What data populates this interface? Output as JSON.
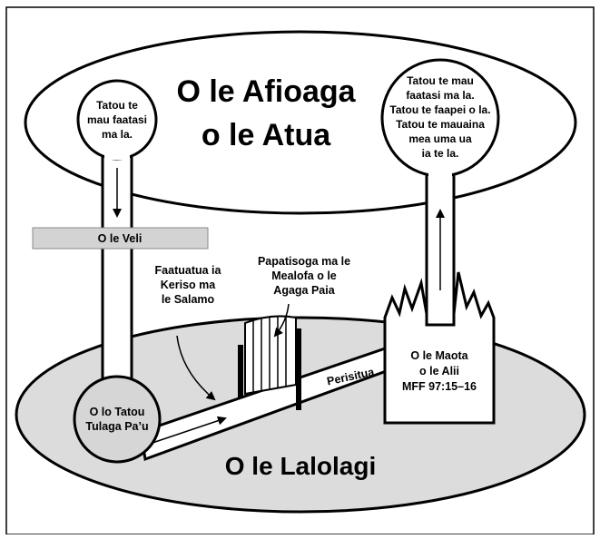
{
  "heaven_title_line1": "O le Afioaga",
  "heaven_title_line2": "o le Atua",
  "earth_title": "O le Lalolagi",
  "left_bubble": [
    "Tatou te",
    "mau faatasi",
    "ma la."
  ],
  "right_bubble": [
    "Tatou te mau",
    "faatasi ma la.",
    "Tatou te faapei o la.",
    "Tatou te mauaina",
    "mea uma ua",
    "ia te la."
  ],
  "veil_label": "O le Veli",
  "faith_label": [
    "Faatuatua ia",
    "Keriso ma",
    "le Salamo"
  ],
  "baptism_label": [
    "Papatisoga ma le",
    "Mealofa o le",
    "Agaga Paia"
  ],
  "premortal_label": [
    "O lo Tatou",
    "Tulaga Pa’u"
  ],
  "path_label": "Perisitua",
  "temple_label": [
    "O le Maota",
    "o le Alii",
    "MFF 97:15–16"
  ],
  "colors": {
    "line": "#000000",
    "earth_fill": "#dcdcdc",
    "veil_fill": "#d3d3d3",
    "paper": "#ffffff"
  }
}
